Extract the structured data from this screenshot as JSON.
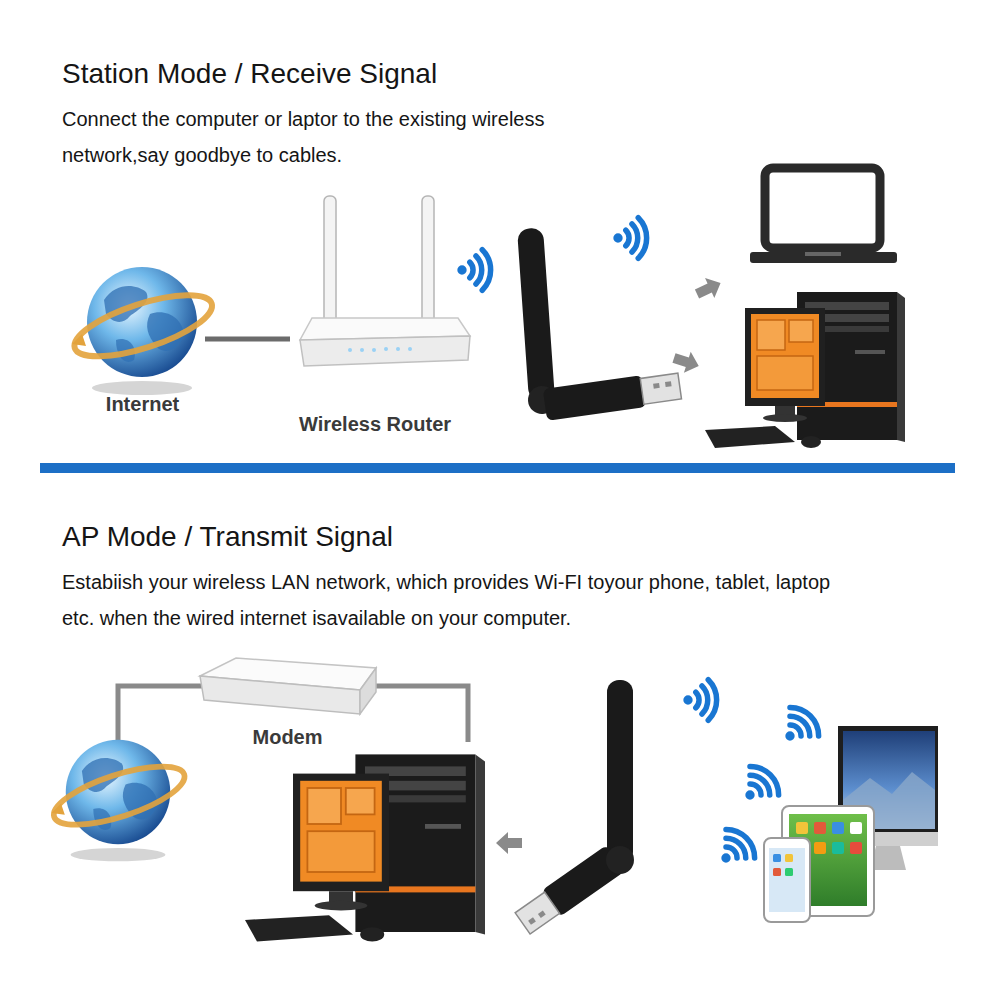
{
  "diagram": {
    "nodes": [
      {
        "text": [
          "Internet"
        ]
      },
      {
        "text": [
          "Wireless Router"
        ]
      },
      {
        "text": [
          "Modem"
        ]
      }
    ],
    "edges": [
      {
        "from": 0,
        "to": 1,
        "arrow": "none"
      }
    ],
    "labels": [
      "Station Mode / Receive Signal",
      "Connect the computer or laptor to the existing wireless network,say goodbye to cables.",
      "AP Mode / Transmit Signal",
      "Estabiish your wireless LAN network, which provides Wi-FI toyour phone, tablet, laptop etc. when the wired internet isavailable on your computer."
    ]
  }
}
